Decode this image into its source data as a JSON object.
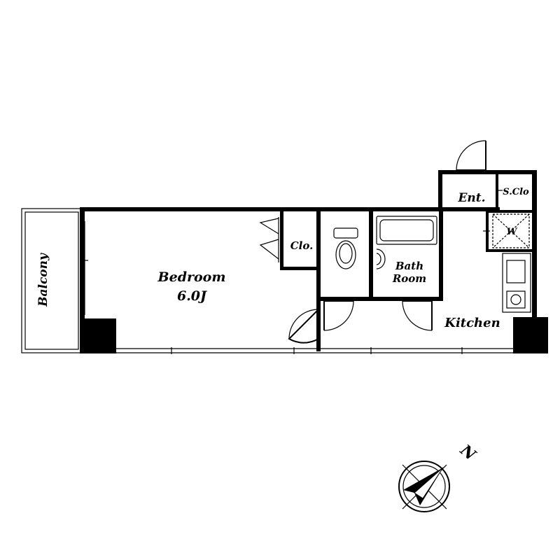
{
  "rooms": {
    "balcony": "Balcony",
    "bedroom": "Bedroom",
    "bedroom_size": "6.0J",
    "closet": "Clo.",
    "bath_line1": "Bath",
    "bath_line2": "Room",
    "kitchen": "Kitchen",
    "entrance": "Ent.",
    "shoe_closet": "S.Clo",
    "washer": "W"
  },
  "compass": {
    "north": "N"
  }
}
